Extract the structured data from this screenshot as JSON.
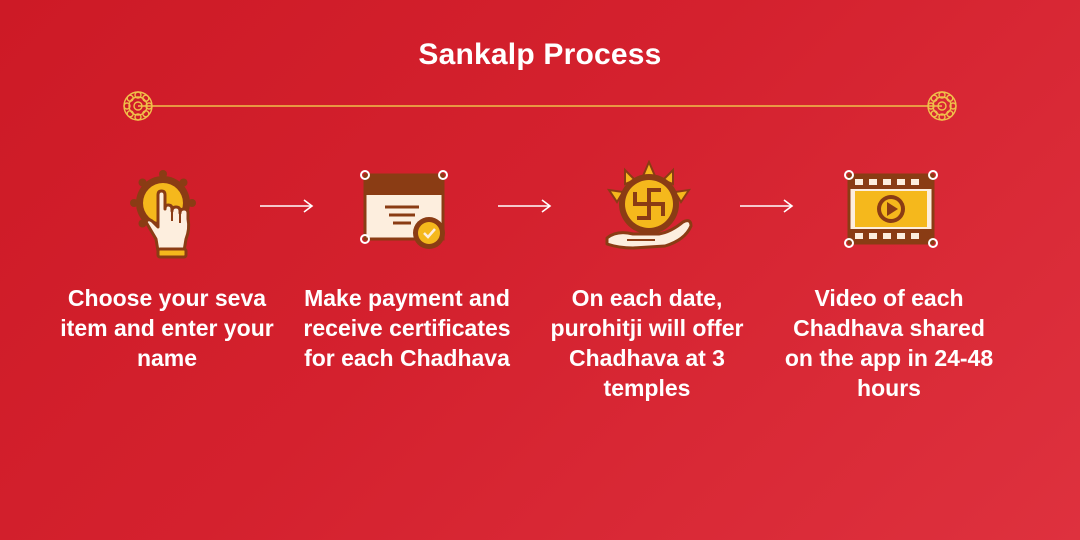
{
  "title": "Sankalp Process",
  "colors": {
    "background": "#d4212e",
    "accent_gold": "#f5b81c",
    "line_gold": "#f0c04a",
    "brown": "#8a3c14",
    "cream": "#fdeede"
  },
  "steps": [
    {
      "icon": "hand-pointer-icon",
      "text": "Choose your seva item and enter your name"
    },
    {
      "icon": "certificate-icon",
      "text": "Make payment and receive certificates for each Chadhava"
    },
    {
      "icon": "swastika-offering-icon",
      "text": "On each date, purohitji will offer Chadhava at 3 temples"
    },
    {
      "icon": "video-play-icon",
      "text": "Video of each Chadhava shared on the app in 24-48 hours"
    }
  ]
}
